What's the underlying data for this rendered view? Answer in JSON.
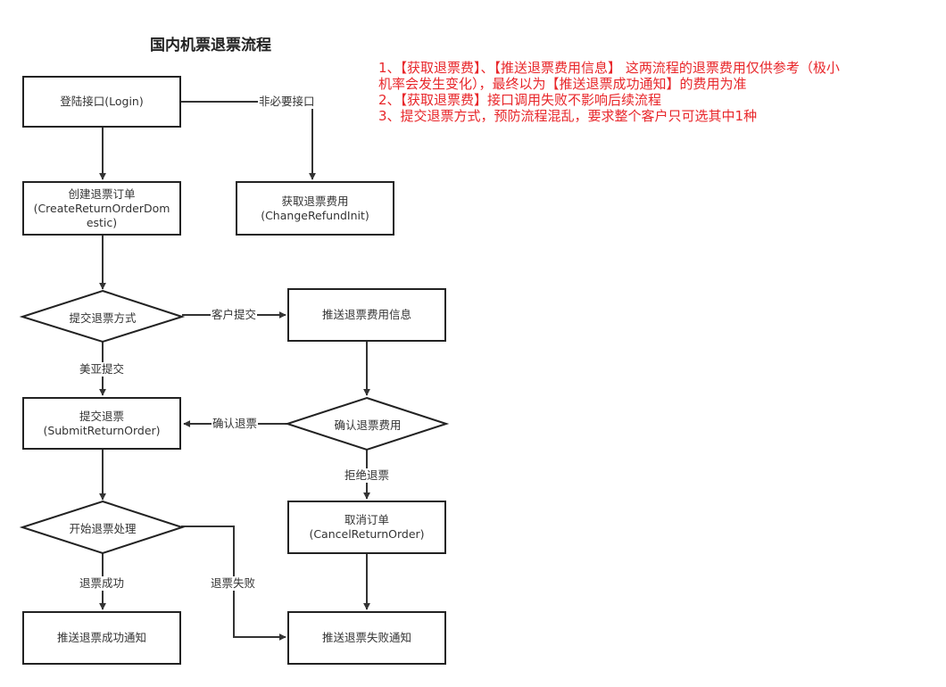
{
  "title": "国内机票退票流程",
  "notes": [
    "1、【获取退票费】、【推送退票费用信息】 这两流程的退票费用仅供参考（极小",
    "机率会发生变化），最终以为【推送退票成功通知】的费用为准",
    "2、【获取退票费】接口调用失败不影响后续流程",
    "3、提交退票方式，预防流程混乱，要求整个客户只可选其中1种"
  ],
  "nodes": {
    "login": {
      "line1": "登陆接口(Login)"
    },
    "create_order": {
      "line1": "创建退票订单",
      "line2": "(CreateReturnOrderDom",
      "line3": "estic)"
    },
    "get_fee": {
      "line1": "获取退票费用",
      "line2": "(ChangeRefundInit)"
    },
    "submit_method": {
      "line1": "提交退票方式"
    },
    "push_fee_info": {
      "line1": "推送退票费用信息"
    },
    "submit_return": {
      "line1": "提交退票",
      "line2": "(SubmitReturnOrder)"
    },
    "confirm_fee": {
      "line1": "确认退票费用"
    },
    "start_process": {
      "line1": "开始退票处理"
    },
    "cancel_order": {
      "line1": "取消订单",
      "line2": "(CancelReturnOrder)"
    },
    "push_success": {
      "line1": "推送退票成功通知"
    },
    "push_fail": {
      "line1": "推送退票失败通知"
    }
  },
  "edges": {
    "optional": "非必要接口",
    "customer_submit": "客户提交",
    "meiya_submit": "美亚提交",
    "confirm_return": "确认退票",
    "reject_return": "拒绝退票",
    "return_success": "退票成功",
    "return_fail": "退票失败"
  }
}
